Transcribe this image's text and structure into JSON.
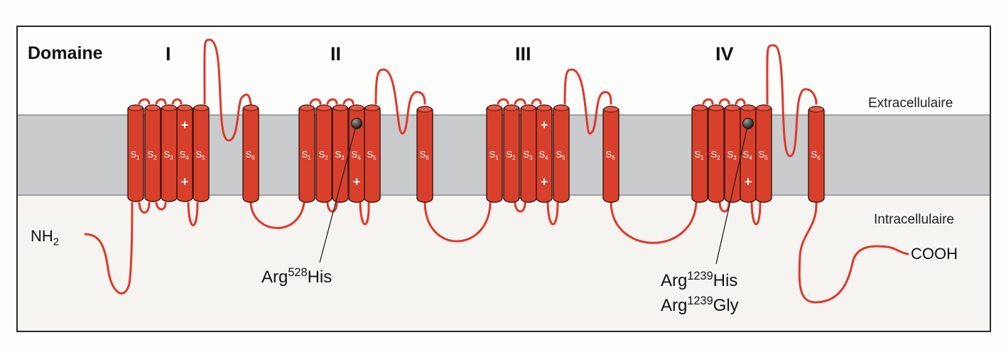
{
  "header": {
    "title": "Domaine"
  },
  "domains": [
    {
      "numeral": "I",
      "segments": [
        "S1",
        "S2",
        "S3",
        "S4",
        "S5",
        "S6"
      ]
    },
    {
      "numeral": "II",
      "segments": [
        "S1",
        "S2",
        "S3",
        "S4",
        "S5",
        "S6"
      ]
    },
    {
      "numeral": "III",
      "segments": [
        "S1",
        "S2",
        "S3",
        "S4",
        "S5",
        "S6"
      ]
    },
    {
      "numeral": "IV",
      "segments": [
        "S1",
        "S2",
        "S3",
        "S4",
        "S5",
        "S6"
      ]
    }
  ],
  "charge_symbol": "+",
  "regions": {
    "extracellular": "Extracellulaire",
    "intracellular": "Intracellulaire"
  },
  "termini": {
    "n": {
      "base": "NH",
      "sub": "2"
    },
    "c": "COOH"
  },
  "mutations": [
    {
      "domain": "II",
      "segment": "S4",
      "prefix": "Arg",
      "position": "528",
      "suffix": "His"
    },
    {
      "domain": "IV",
      "segment": "S4",
      "prefix": "Arg",
      "position": "1239",
      "suffix": "His"
    },
    {
      "domain": "IV",
      "segment": "S4",
      "prefix": "Arg",
      "position": "1239",
      "suffix": "Gly"
    }
  ],
  "colors": {
    "helix": "#d8402c",
    "helix_top": "#e55a45",
    "loop": "#e0372a",
    "membrane": "#c9cbcc",
    "background": "#f6f4f1",
    "extracellular_bg": "#fdfdfc"
  }
}
